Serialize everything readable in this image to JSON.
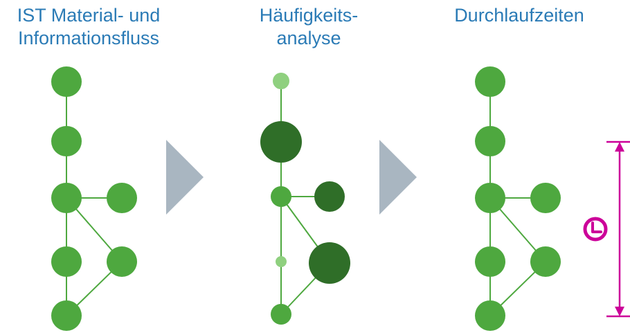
{
  "titles": {
    "panel1": {
      "line1": "IST Material- und",
      "line2": "Informationsfluss"
    },
    "panel2": {
      "line1": "Häufigkeits-",
      "line2": "analyse"
    },
    "panel3": {
      "line1": "Durchlaufzeiten"
    }
  },
  "icons": {
    "process_arrows": "triangle-arrow-icon",
    "time_indicator": "clock-icon"
  },
  "colors": {
    "title_text": "#2b7bb6",
    "node_normal": "#4ea83f",
    "node_light": "#8fd07f",
    "node_dark": "#2f6e28",
    "arrow": "#a9b6c1",
    "time_marker": "#cc0099"
  }
}
